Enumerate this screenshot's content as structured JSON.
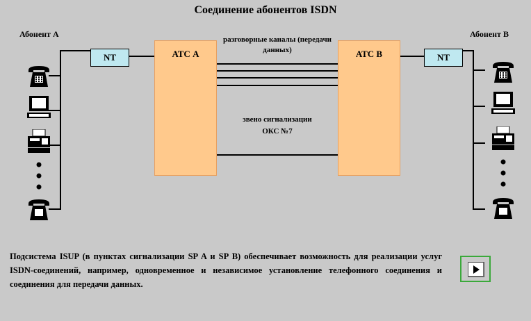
{
  "title": "Соединение абонентов ISDN",
  "subscriber_a": "Абонент А",
  "subscriber_b": "Абонент В",
  "nt_label": "NT",
  "atc_a": "АТС А",
  "atc_b": "АТС В",
  "voice_channels_label": "разговорные каналы (передачи данных)",
  "signaling_label_line1": "звено сигнализации",
  "signaling_label_line2": "ОКС №7",
  "devices": [
    "phone-icon",
    "computer-icon",
    "fax-icon",
    "ellipsis-dots-icon",
    "phone-icon"
  ],
  "description": "Подсистема ISUP (в пунктах сигнализации SP A и SP B) обеспечивает возможность для реализации услуг ISDN-соединений, например, одновременное и независимое установление телефонного соединения и соединения для передачи данных.",
  "colors": {
    "background": "#c9c9c9",
    "atc_fill": "#ffc98c",
    "nt_fill": "#bfe8f0",
    "play_border": "#3aa93a"
  }
}
